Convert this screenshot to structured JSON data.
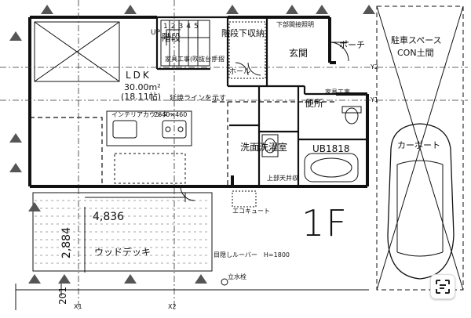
{
  "floor_label": "1F",
  "rooms": {
    "ldk": "LDK",
    "ldk_area": "30.00m²",
    "ldk_tatami": "(18.11帖)",
    "stairs": "階段",
    "under_stair_storage": "階段下収納",
    "entrance": "玄関",
    "porch": "ポーチ",
    "hall": "ホール",
    "toilet": "便所",
    "washroom": "洗面洗濯室",
    "bath": "UB1818",
    "parking_space": "駐車スペース",
    "parking_floor": "CON土間",
    "carport": "カーポート",
    "deck": "ウッドデッキ"
  },
  "notes": {
    "kitchen": "インテリアカウンター",
    "kitchen_size": "2640×460",
    "fire_line": "延焼ラインを示す",
    "furniture_1": "家具工事(吹抜台)",
    "furniture_2": "家具工事",
    "handrail": "手摺",
    "shoe_storage": "下部間接照明",
    "up": "UP",
    "washroom_note": "上部天井収",
    "eco": "エコキュート",
    "faucet": "立水栓",
    "eye_level": "目隠しルーバー　H=1800"
  },
  "dimensions": {
    "width": "4,836",
    "depth": "2,884",
    "bottom": "201"
  },
  "stair_numbers": [
    "1",
    "2",
    "3",
    "4",
    "5"
  ],
  "grid_labels": {
    "x1": "X1",
    "x2": "X2",
    "y1": "Y1",
    "y2": "Y2"
  },
  "app_badge": "scan-icon"
}
